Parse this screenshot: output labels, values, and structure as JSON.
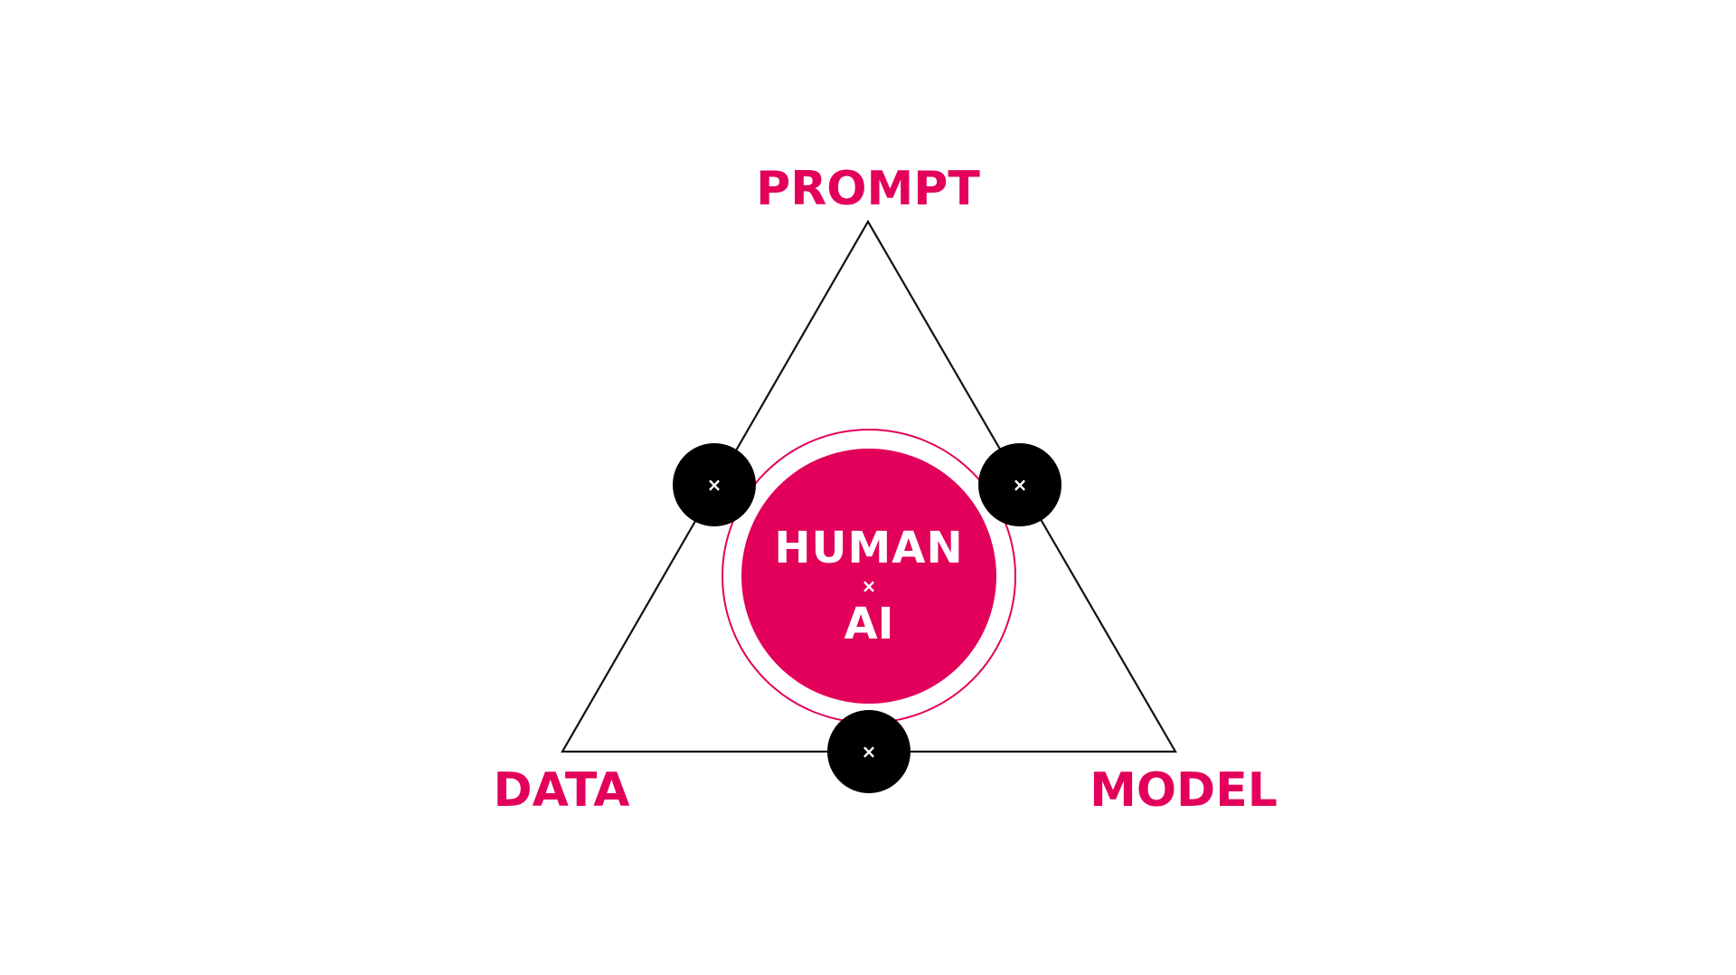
{
  "colors": {
    "accent": "#E2005A",
    "node": "#000000",
    "line": "#111111"
  },
  "vertices": {
    "top": "PROMPT",
    "left": "DATA",
    "right": "MODEL"
  },
  "center": {
    "top_line": "HUMAN",
    "separator": "×",
    "bottom_line": "AI"
  },
  "nodes": [
    {
      "name": "prompt-data-node",
      "mark": "×"
    },
    {
      "name": "prompt-model-node",
      "mark": "×"
    },
    {
      "name": "data-model-node",
      "mark": "×"
    }
  ]
}
